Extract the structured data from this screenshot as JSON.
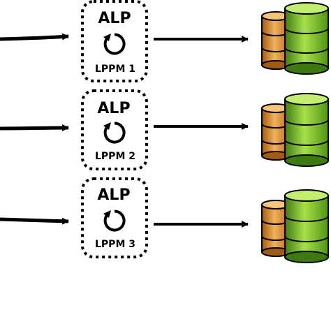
{
  "rows": [
    {
      "title": "ALP",
      "label": "LPPM 1",
      "process_icon": "refresh-icon",
      "store_icon": "database-stack-icon"
    },
    {
      "title": "ALP",
      "label": "LPPM 2",
      "process_icon": "refresh-icon",
      "store_icon": "database-stack-icon"
    },
    {
      "title": "ALP",
      "label": "LPPM 3",
      "process_icon": "refresh-icon",
      "store_icon": "database-stack-icon"
    }
  ],
  "colors": {
    "stroke": "#000000",
    "orange_light": "#f0b25a",
    "orange_dark": "#a35a12",
    "green_light": "#a8e04a",
    "green_dark": "#3f7a10"
  }
}
